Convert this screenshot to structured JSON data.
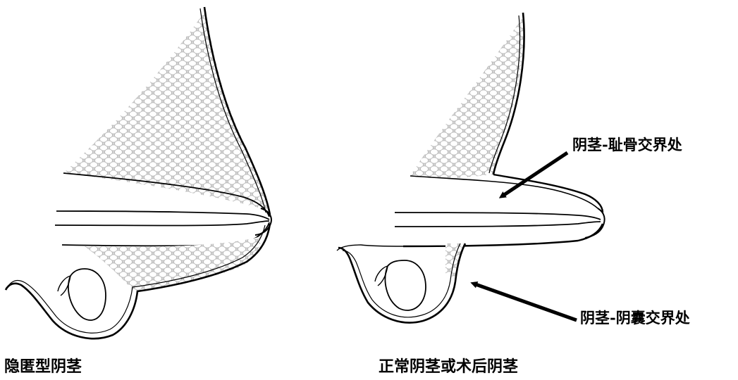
{
  "panels": {
    "left": {
      "caption": "隐匿型阴茎"
    },
    "right": {
      "caption": "正常阴茎或术后阴茎",
      "callouts": {
        "penopubic": "阴茎-耻骨交界处",
        "penoscrotal": "阴茎-阴囊交界处"
      }
    }
  },
  "colors": {
    "line": "#000000",
    "fat_fill": "#d9d9d9",
    "fat_mesh": "#ffffff",
    "background": "#ffffff"
  }
}
